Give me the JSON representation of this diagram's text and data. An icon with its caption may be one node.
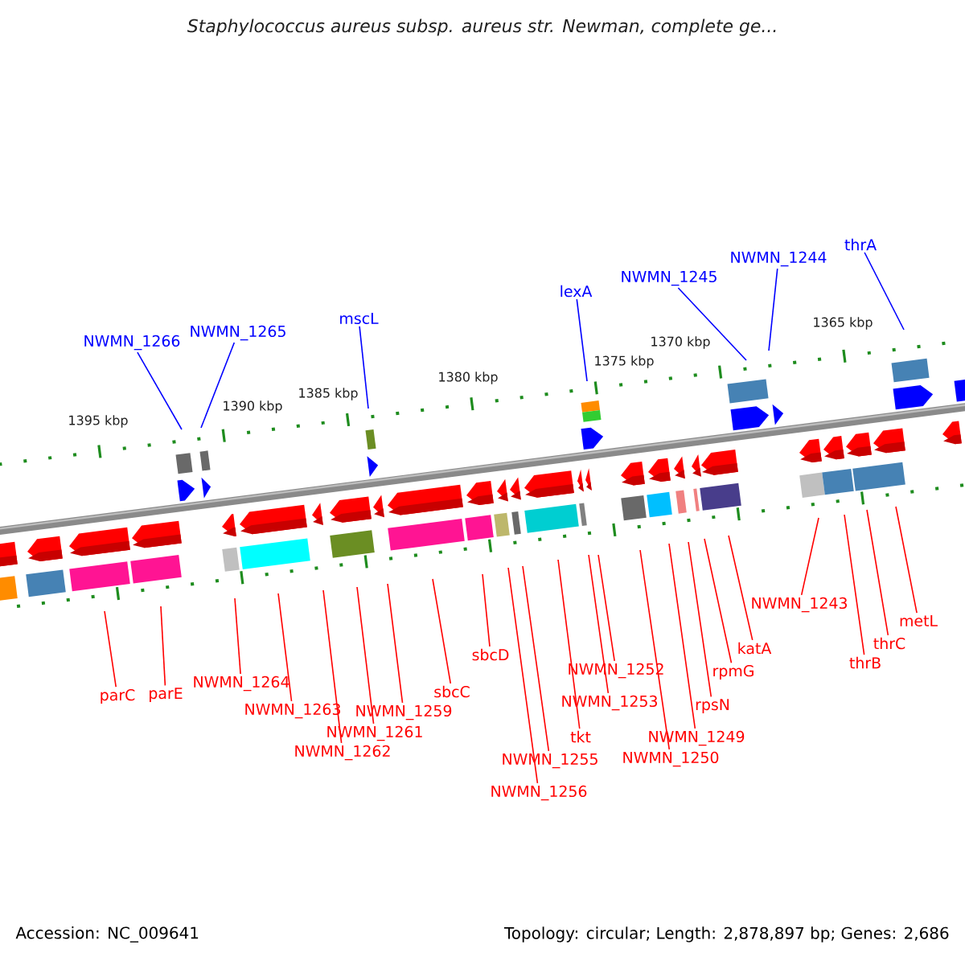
{
  "diagram": {
    "title": "Staphylococcus aureus subsp. aureus str. Newman, complete ge...",
    "nodes": [
      {
        "text": [
          "NWMN_1266"
        ]
      },
      {
        "text": [
          "NWMN_1265"
        ]
      },
      {
        "text": [
          "mscL"
        ]
      },
      {
        "text": [
          "lexA"
        ]
      },
      {
        "text": [
          "NWMN_1245"
        ]
      },
      {
        "text": [
          "NWMN_1244"
        ]
      },
      {
        "text": [
          "thrA"
        ]
      },
      {
        "text": [
          "parC"
        ]
      },
      {
        "text": [
          "parE"
        ]
      },
      {
        "text": [
          "NWMN_1264"
        ]
      },
      {
        "text": [
          "NWMN_1263"
        ]
      },
      {
        "text": [
          "NWMN_1262"
        ]
      },
      {
        "text": [
          "NWMN_1261"
        ]
      },
      {
        "text": [
          "NWMN_1259"
        ]
      },
      {
        "text": [
          "sbcC"
        ]
      },
      {
        "text": [
          "sbcD"
        ]
      },
      {
        "text": [
          "NWMN_1256"
        ]
      },
      {
        "text": [
          "NWMN_1255"
        ]
      },
      {
        "text": [
          "tkt"
        ]
      },
      {
        "text": [
          "NWMN_1253"
        ]
      },
      {
        "text": [
          "NWMN_1252"
        ]
      },
      {
        "text": [
          "NWMN_1250"
        ]
      },
      {
        "text": [
          "NWMN_1249"
        ]
      },
      {
        "text": [
          "rpsN"
        ]
      },
      {
        "text": [
          "rpmG"
        ]
      },
      {
        "text": [
          "katA"
        ]
      },
      {
        "text": [
          "NWMN_1243"
        ]
      },
      {
        "text": [
          "thrB"
        ]
      },
      {
        "text": [
          "thrC"
        ]
      },
      {
        "text": [
          "metL"
        ]
      }
    ],
    "edges": [
      {
        "from": 0,
        "to": null,
        "arrow": "none",
        "color": "#0000ff"
      },
      {
        "from": 1,
        "to": null,
        "arrow": "none",
        "color": "#0000ff"
      },
      {
        "from": 2,
        "to": null,
        "arrow": "none",
        "color": "#0000ff"
      },
      {
        "from": 3,
        "to": null,
        "arrow": "none",
        "color": "#0000ff"
      },
      {
        "from": 4,
        "to": null,
        "arrow": "none",
        "color": "#0000ff"
      },
      {
        "from": 5,
        "to": null,
        "arrow": "none",
        "color": "#0000ff"
      },
      {
        "from": 6,
        "to": null,
        "arrow": "none",
        "color": "#0000ff"
      },
      {
        "from": 7,
        "to": null,
        "arrow": "none"
      },
      {
        "from": 8,
        "to": null,
        "arrow": "none"
      },
      {
        "from": 9,
        "to": null,
        "arrow": "none"
      },
      {
        "from": 10,
        "to": null,
        "arrow": "none"
      },
      {
        "from": 11,
        "to": null,
        "arrow": "none"
      },
      {
        "from": 12,
        "to": null,
        "arrow": "none"
      },
      {
        "from": 13,
        "to": null,
        "arrow": "none"
      },
      {
        "from": 14,
        "to": null,
        "arrow": "none"
      },
      {
        "from": 15,
        "to": null,
        "arrow": "none"
      },
      {
        "from": 16,
        "to": null,
        "arrow": "none"
      },
      {
        "from": 17,
        "to": null,
        "arrow": "none"
      },
      {
        "from": 18,
        "to": null,
        "arrow": "none"
      },
      {
        "from": 19,
        "to": null,
        "arrow": "none"
      },
      {
        "from": 20,
        "to": null,
        "arrow": "none"
      },
      {
        "from": 21,
        "to": null,
        "arrow": "none"
      },
      {
        "from": 22,
        "to": null,
        "arrow": "none"
      },
      {
        "from": 23,
        "to": null,
        "arrow": "none"
      },
      {
        "from": 24,
        "to": null,
        "arrow": "none"
      },
      {
        "from": 25,
        "to": null,
        "arrow": "none"
      },
      {
        "from": 26,
        "to": null,
        "arrow": "none"
      },
      {
        "from": 27,
        "to": null,
        "arrow": "none"
      },
      {
        "from": 28,
        "to": null,
        "arrow": "none"
      },
      {
        "from": 29,
        "to": null,
        "arrow": "none"
      }
    ],
    "labels": [
      "1395 kbp",
      "1390 kbp",
      "1385 kbp",
      "1380 kbp",
      "1375 kbp",
      "1370 kbp",
      "1365 kbp",
      "Accession: NC_009641",
      "Topology: circular; Length: 2,878,897 bp; Genes: 2,686"
    ]
  }
}
